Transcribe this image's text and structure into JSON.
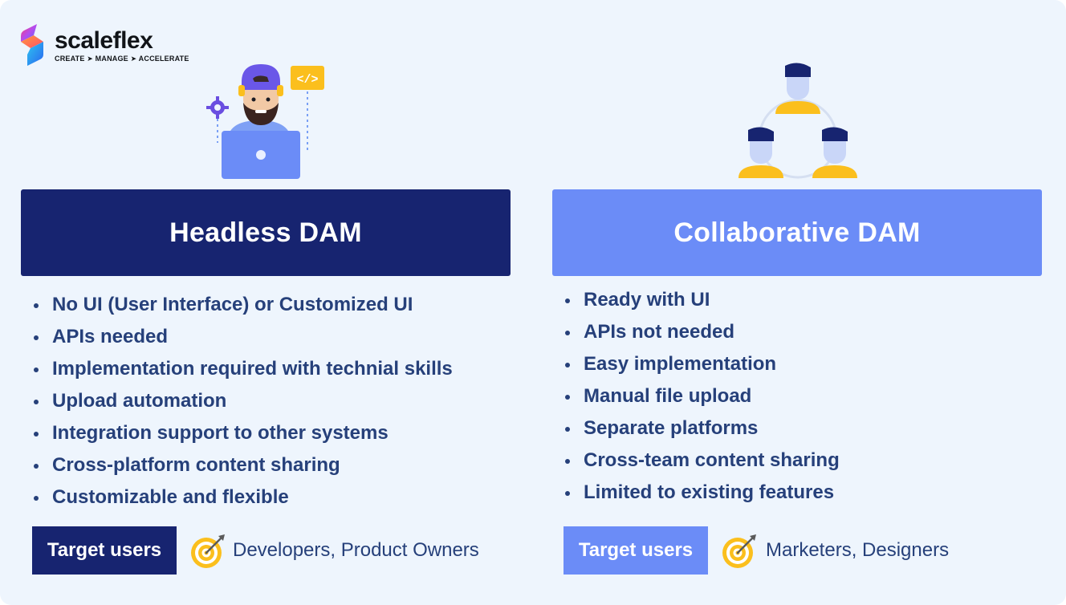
{
  "logo": {
    "brand": "scaleflex",
    "tagline": "CREATE ➤ MANAGE ➤ ACCELERATE",
    "icon": "scaleflex-logo-mark"
  },
  "colors": {
    "navy": "#172470",
    "periwinkle": "#6b8cf7",
    "text": "#26407a",
    "background": "#eef5fd",
    "accent_yellow": "#fbbf1d"
  },
  "headless": {
    "title": "Headless DAM",
    "illustration": "developer-laptop-icon",
    "features": [
      "No UI (User Interface) or Customized UI",
      "APIs needed",
      "Implementation required with technial skills",
      "Upload automation",
      "Integration support to other systems",
      "Cross-platform content sharing",
      "Customizable and flexible"
    ],
    "target_label": "Target users",
    "target_icon": "target-icon",
    "target_users": "Developers, Product Owners"
  },
  "collaborative": {
    "title": "Collaborative DAM",
    "illustration": "team-network-icon",
    "features": [
      "Ready with UI",
      "APIs not needed",
      "Easy implementation",
      "Manual file upload",
      "Separate platforms",
      "Cross-team content sharing",
      "Limited to existing features"
    ],
    "target_label": "Target users",
    "target_icon": "target-icon",
    "target_users": "Marketers, Designers"
  }
}
